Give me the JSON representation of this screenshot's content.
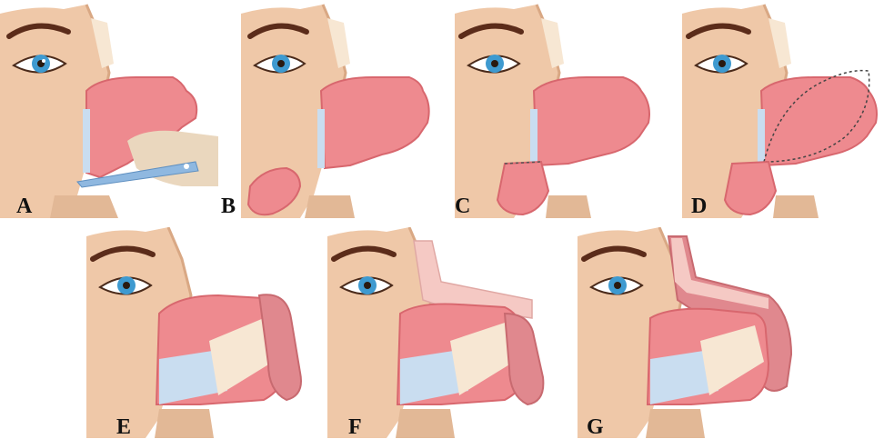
{
  "figure": {
    "panels": [
      {
        "id": "A",
        "label": "A",
        "stage": "incision",
        "flap": "none",
        "tool": "scalpel"
      },
      {
        "id": "B",
        "label": "B",
        "stage": "tissue-removed",
        "flap": "free",
        "tool": "none"
      },
      {
        "id": "C",
        "label": "C",
        "stage": "flap-attached",
        "flap": "attached",
        "tool": "none"
      },
      {
        "id": "D",
        "label": "D",
        "stage": "flap-outline",
        "flap": "attached",
        "tool": "none"
      },
      {
        "id": "E",
        "label": "E",
        "stage": "graft-placed",
        "flap": "folded",
        "tool": "none"
      },
      {
        "id": "F",
        "label": "F",
        "stage": "dorsal-graft",
        "flap": "folded",
        "tool": "none"
      },
      {
        "id": "G",
        "label": "G",
        "stage": "final",
        "flap": "covering",
        "tool": "none"
      }
    ]
  },
  "colors": {
    "skin": "#EFC8A8",
    "skin_dark": "#D9A884",
    "mucosa": "#EE8A8F",
    "mucosa_dark": "#D8676E",
    "cartilage": "#F7E7D3",
    "bone_blue": "#C9DDF0",
    "brow": "#5B2C1A",
    "iris": "#3E9AD0",
    "scalpel": "#8FB8E0"
  }
}
